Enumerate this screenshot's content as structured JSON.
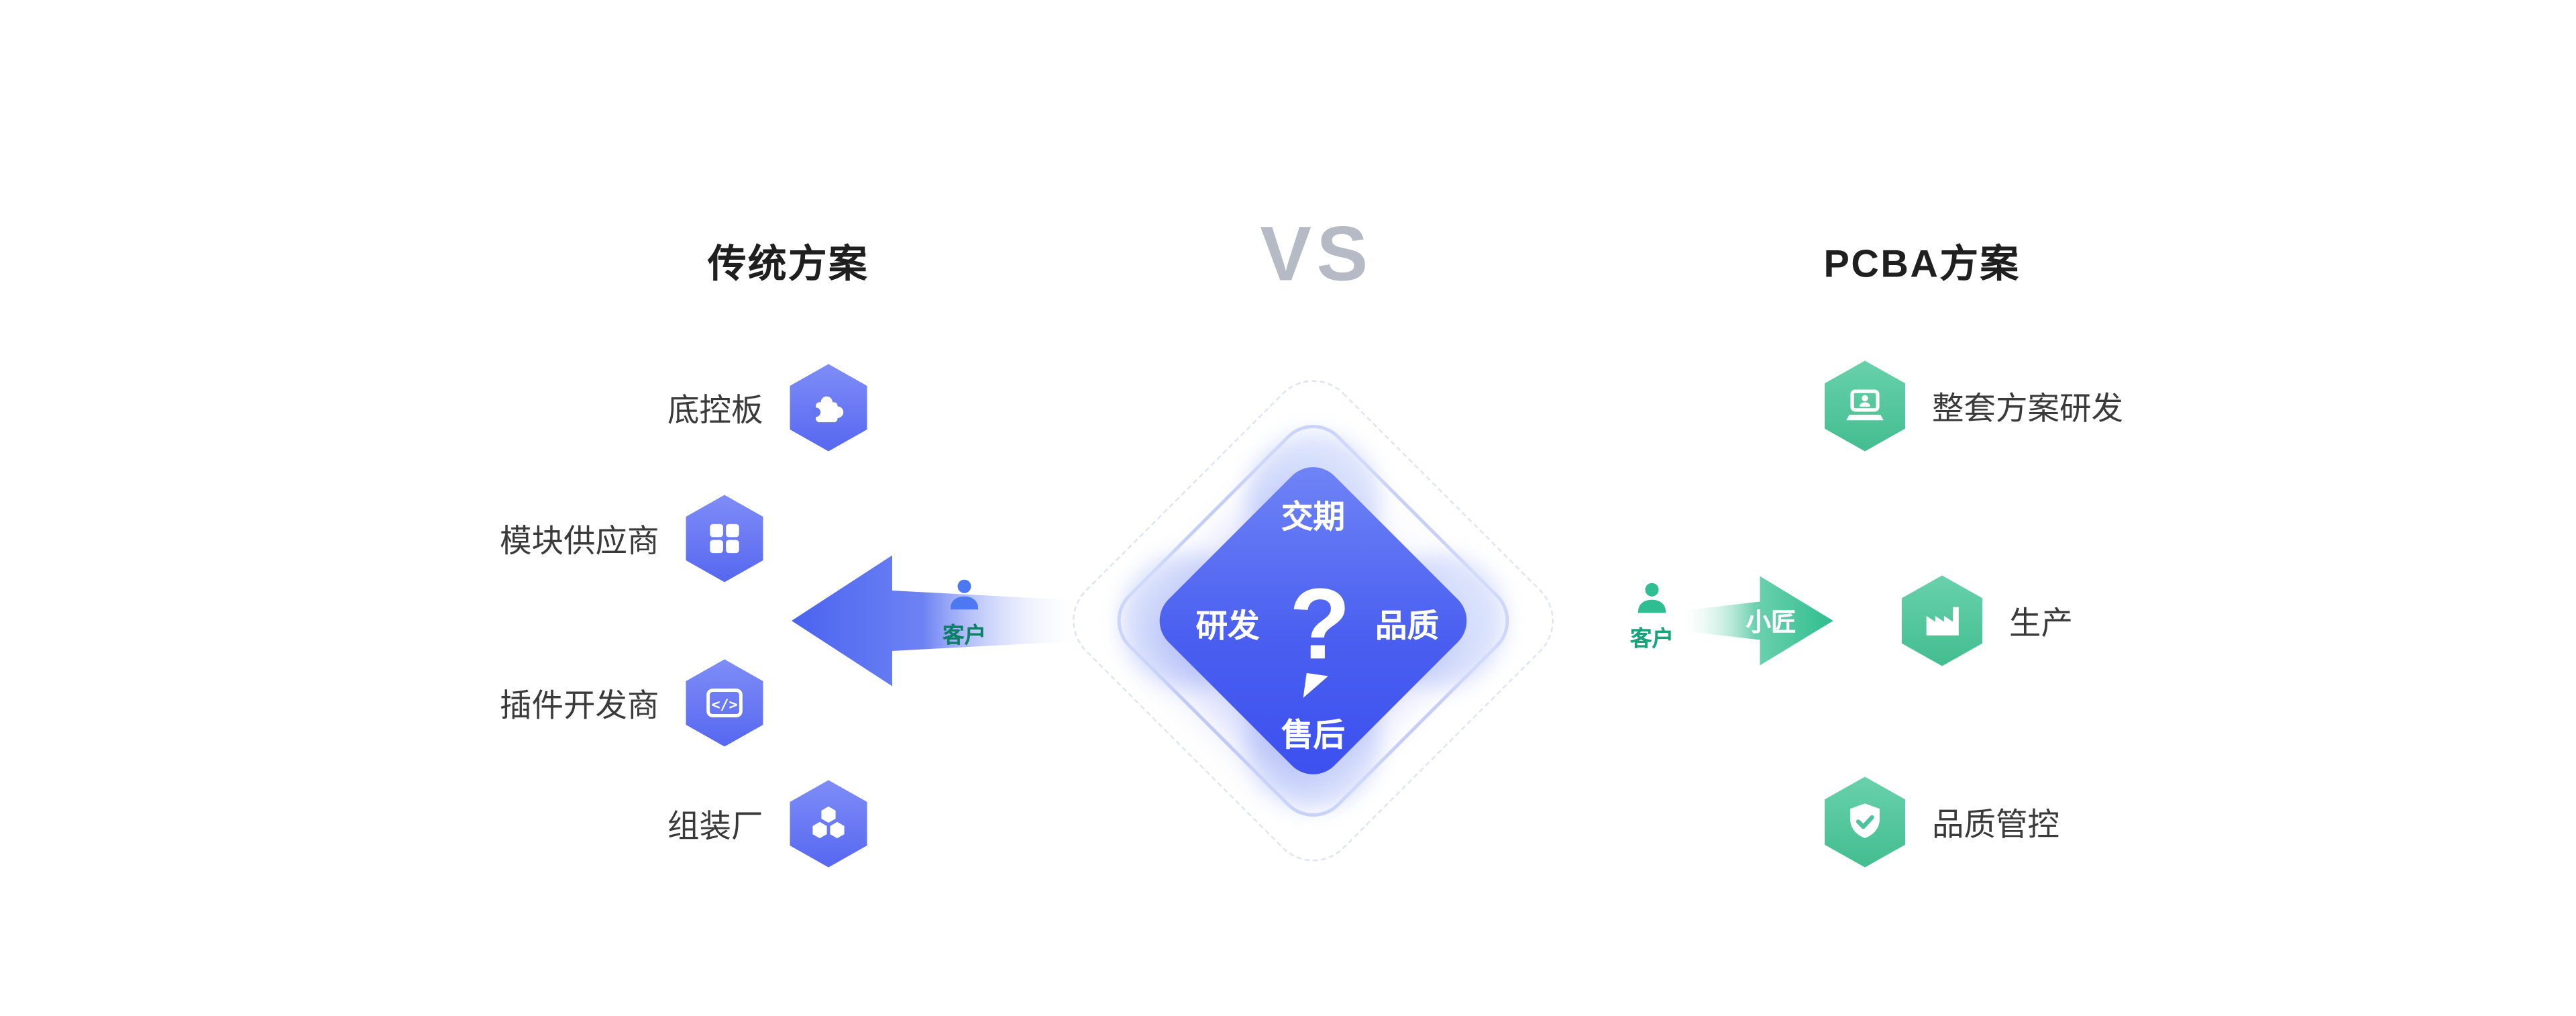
{
  "header": {
    "left_title": "传统方案",
    "vs": "VS",
    "right_title": "PCBA方案"
  },
  "traditional": {
    "items": [
      {
        "label": "底控板",
        "icon": "puzzle-icon"
      },
      {
        "label": "模块供应商",
        "icon": "module-grid-icon"
      },
      {
        "label": "插件开发商",
        "icon": "code-plugin-icon"
      },
      {
        "label": "组装厂",
        "icon": "hexagon-cluster-icon"
      }
    ],
    "flow": {
      "person_label": "客户"
    }
  },
  "pcba": {
    "items": [
      {
        "label": "整套方案研发",
        "icon": "laptop-person-icon"
      },
      {
        "label": "生产",
        "icon": "factory-icon"
      },
      {
        "label": "品质管控",
        "icon": "shield-check-icon"
      }
    ],
    "flow": {
      "person_label": "客户",
      "partner_label": "小匠"
    }
  },
  "center": {
    "top_label": "交期",
    "left_label": "研发",
    "right_label": "品质",
    "bottom_label": "售后",
    "question": "?"
  },
  "colors": {
    "blue_hex_top": "#7e8df7",
    "blue_hex_bottom": "#5767f0",
    "diamond_top": "#7186f6",
    "diamond_bottom": "#3a4fee",
    "arrow_blue": "#4a63f0",
    "green_hex_top": "#68d1ab",
    "green_hex_bottom": "#43bd90",
    "arrow_green": "#35bf93",
    "green_text": "#16a47c",
    "vs_gray": "#b5bac4",
    "label_text": "#3a3a3a"
  }
}
